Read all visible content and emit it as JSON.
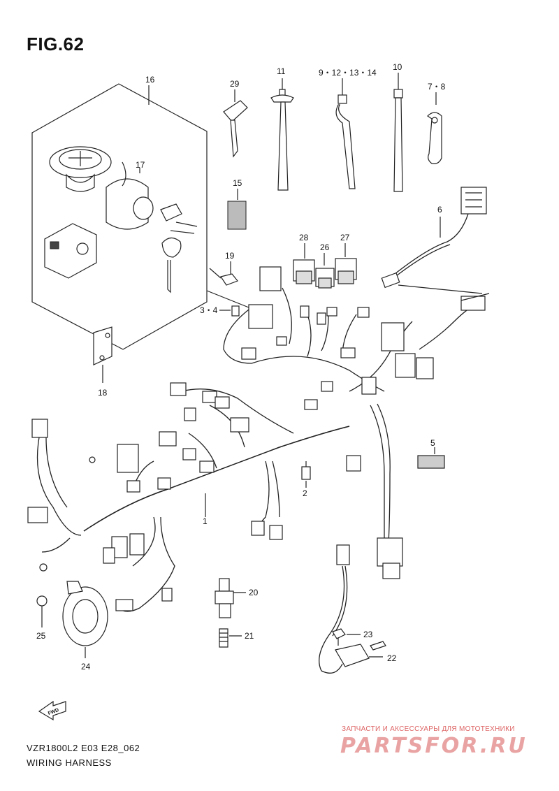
{
  "figure": {
    "title": "FIG.62"
  },
  "footer": {
    "model_code": "VZR1800L2 E03 E28_062",
    "diagram_title": "WIRING HARNESS"
  },
  "watermark": {
    "top_text": "ЗАПЧАСТИ И АКСЕССУАРЫ ДЛЯ МОТОТЕХНИКИ",
    "logo_text": "PARTSFOR.RU",
    "color": "#d84a4a"
  },
  "direction_arrow": {
    "label": "FWD"
  },
  "callouts": {
    "c1": "1",
    "c2": "2",
    "c3_4": "3・4",
    "c5": "5",
    "c6": "6",
    "c7_8": "7・8",
    "c9_14": "9・12・13・14",
    "c10": "10",
    "c11": "11",
    "c15": "15",
    "c16": "16",
    "c17": "17",
    "c18": "18",
    "c19": "19",
    "c20": "20",
    "c21": "21",
    "c22": "22",
    "c23": "23",
    "c24": "24",
    "c25": "25",
    "c26": "26",
    "c27": "27",
    "c28": "28",
    "c29": "29"
  }
}
